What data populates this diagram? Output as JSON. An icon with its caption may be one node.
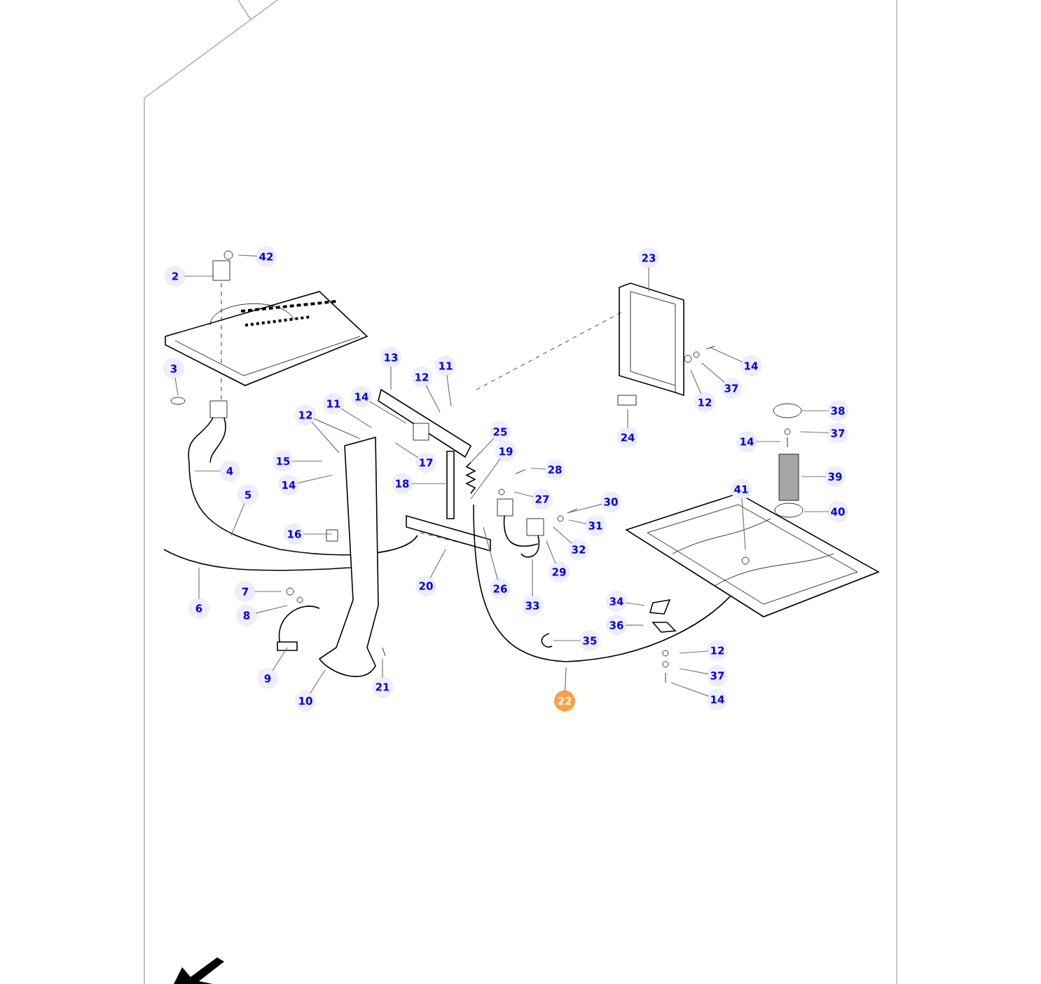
{
  "diagram": {
    "nodes": [
      {
        "text": [
          "42"
        ]
      },
      {
        "text": [
          "2"
        ]
      },
      {
        "text": [
          "3"
        ]
      },
      {
        "text": [
          "4"
        ]
      },
      {
        "text": [
          "5"
        ]
      },
      {
        "text": [
          "6"
        ]
      },
      {
        "text": [
          "7"
        ]
      },
      {
        "text": [
          "8"
        ]
      },
      {
        "text": [
          "9"
        ]
      },
      {
        "text": [
          "10"
        ]
      },
      {
        "text": [
          "11"
        ]
      },
      {
        "text": [
          "11"
        ]
      },
      {
        "text": [
          "12"
        ]
      },
      {
        "text": [
          "12"
        ]
      },
      {
        "text": [
          "13"
        ]
      },
      {
        "text": [
          "14"
        ]
      },
      {
        "text": [
          "15"
        ]
      },
      {
        "text": [
          "14"
        ]
      },
      {
        "text": [
          "16"
        ]
      },
      {
        "text": [
          "17"
        ]
      },
      {
        "text": [
          "18"
        ]
      },
      {
        "text": [
          "19"
        ]
      },
      {
        "text": [
          "20"
        ]
      },
      {
        "text": [
          "21"
        ]
      },
      {
        "text": [
          "22"
        ]
      },
      {
        "text": [
          "23"
        ]
      },
      {
        "text": [
          "24"
        ]
      },
      {
        "text": [
          "25"
        ]
      },
      {
        "text": [
          "26"
        ]
      },
      {
        "text": [
          "27"
        ]
      },
      {
        "text": [
          "28"
        ]
      },
      {
        "text": [
          "29"
        ]
      },
      {
        "text": [
          "30"
        ]
      },
      {
        "text": [
          "31"
        ]
      },
      {
        "text": [
          "32"
        ]
      },
      {
        "text": [
          "33"
        ]
      },
      {
        "text": [
          "34"
        ]
      },
      {
        "text": [
          "35"
        ]
      },
      {
        "text": [
          "36"
        ]
      },
      {
        "text": [
          "37"
        ]
      },
      {
        "text": [
          "12"
        ]
      },
      {
        "text": [
          "14"
        ]
      },
      {
        "text": [
          "38"
        ]
      },
      {
        "text": [
          "37"
        ]
      },
      {
        "text": [
          "14"
        ]
      },
      {
        "text": [
          "39"
        ]
      },
      {
        "text": [
          "40"
        ]
      },
      {
        "text": [
          "41"
        ]
      },
      {
        "text": [
          "12"
        ]
      },
      {
        "text": [
          "37"
        ]
      },
      {
        "text": [
          "14"
        ]
      }
    ],
    "edges": [
      {
        "from": 0,
        "to": null,
        "arrow": "none"
      },
      {
        "from": 1,
        "to": null,
        "arrow": "none"
      },
      {
        "from": 2,
        "to": null,
        "arrow": "none"
      },
      {
        "from": 3,
        "to": null,
        "arrow": "none"
      },
      {
        "from": 4,
        "to": null,
        "arrow": "none"
      },
      {
        "from": 5,
        "to": null,
        "arrow": "none"
      },
      {
        "from": 6,
        "to": null,
        "arrow": "none"
      },
      {
        "from": 7,
        "to": null,
        "arrow": "none"
      },
      {
        "from": 8,
        "to": null,
        "arrow": "none"
      },
      {
        "from": 9,
        "to": null,
        "arrow": "none"
      },
      {
        "from": 10,
        "to": null,
        "arrow": "none"
      },
      {
        "from": 11,
        "to": null,
        "arrow": "none"
      },
      {
        "from": 12,
        "to": null,
        "arrow": "none"
      },
      {
        "from": 12,
        "to": null,
        "arrow": "none"
      },
      {
        "from": 13,
        "to": null,
        "arrow": "none"
      },
      {
        "from": 14,
        "to": null,
        "arrow": "none"
      },
      {
        "from": 15,
        "to": null,
        "arrow": "none"
      },
      {
        "from": 16,
        "to": null,
        "arrow": "none"
      },
      {
        "from": 17,
        "to": null,
        "arrow": "none"
      },
      {
        "from": 18,
        "to": null,
        "arrow": "none"
      },
      {
        "from": 19,
        "to": null,
        "arrow": "none"
      },
      {
        "from": 20,
        "to": null,
        "arrow": "none"
      },
      {
        "from": 21,
        "to": null,
        "arrow": "none"
      },
      {
        "from": 22,
        "to": null,
        "arrow": "none"
      },
      {
        "from": 23,
        "to": null,
        "arrow": "none"
      },
      {
        "from": 24,
        "to": null,
        "arrow": "none"
      },
      {
        "from": 25,
        "to": null,
        "arrow": "none"
      },
      {
        "from": 26,
        "to": null,
        "arrow": "none"
      },
      {
        "from": 27,
        "to": null,
        "arrow": "none"
      },
      {
        "from": 28,
        "to": null,
        "arrow": "none"
      },
      {
        "from": 29,
        "to": null,
        "arrow": "none"
      },
      {
        "from": 30,
        "to": null,
        "arrow": "none"
      },
      {
        "from": 31,
        "to": null,
        "arrow": "none"
      },
      {
        "from": 32,
        "to": null,
        "arrow": "none"
      },
      {
        "from": 33,
        "to": null,
        "arrow": "none"
      },
      {
        "from": 34,
        "to": null,
        "arrow": "none"
      },
      {
        "from": 35,
        "to": null,
        "arrow": "none"
      },
      {
        "from": 36,
        "to": null,
        "arrow": "none"
      },
      {
        "from": 37,
        "to": null,
        "arrow": "none"
      },
      {
        "from": 38,
        "to": null,
        "arrow": "none"
      },
      {
        "from": 39,
        "to": null,
        "arrow": "none"
      },
      {
        "from": 40,
        "to": null,
        "arrow": "none"
      },
      {
        "from": 41,
        "to": null,
        "arrow": "none"
      },
      {
        "from": 42,
        "to": null,
        "arrow": "none"
      },
      {
        "from": 43,
        "to": null,
        "arrow": "none"
      },
      {
        "from": 44,
        "to": null,
        "arrow": "none"
      },
      {
        "from": 45,
        "to": null,
        "arrow": "none"
      },
      {
        "from": 46,
        "to": null,
        "arrow": "none"
      },
      {
        "from": 47,
        "to": null,
        "arrow": "none"
      },
      {
        "from": 48,
        "to": null,
        "arrow": "none"
      },
      {
        "from": 49,
        "to": null,
        "arrow": "none"
      },
      {
        "from": 50,
        "to": null,
        "arrow": "none"
      }
    ]
  }
}
